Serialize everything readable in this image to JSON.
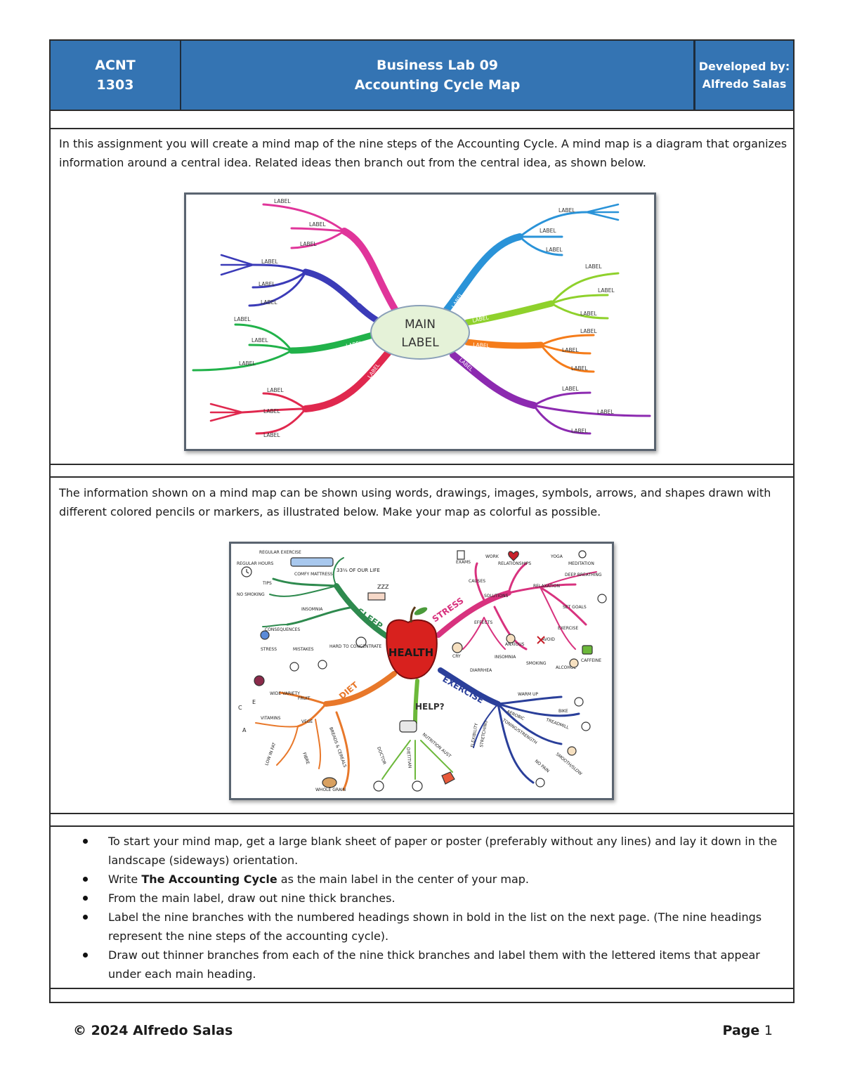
{
  "header": {
    "course_line1": "ACNT",
    "course_line2": "1303",
    "title_line1": "Business Lab 09",
    "title_line2": "Accounting Cycle Map",
    "dev_line1": "Developed by:",
    "dev_line2": "Alfredo Salas"
  },
  "section1": {
    "text": "In this assignment you will create a mind map of the nine steps of the Accounting Cycle. A mind map is a diagram that organizes information around a central idea. Related ideas then branch out from the central idea, as shown below."
  },
  "figure1": {
    "main_line1": "MAIN",
    "main_line2": "LABEL",
    "label": "LABEL",
    "colors": [
      "#e0359a",
      "#3b3bb8",
      "#21b24a",
      "#e0284e",
      "#2a93d8",
      "#8fd12c",
      "#f57c1a",
      "#8c2ab0"
    ]
  },
  "section2": {
    "text": "The information shown on a mind map can be shown using words, drawings, images, symbols, arrows, and shapes drawn with different colored pencils or markers, as illustrated below. Make your map as colorful as possible."
  },
  "figure2": {
    "center": "HEALTH",
    "branches": {
      "sleep": "SLEEP",
      "stress": "STRESS",
      "diet": "DIET",
      "exercise": "EXERCISE",
      "help": "HELP?"
    },
    "sleep_items": {
      "regular_exercise": "REGULAR EXERCISE",
      "regular_hours": "REGULAR HOURS",
      "comfy_mattress": "COMFY MATTRESS",
      "stat": "33⅓ OF OUR LIFE",
      "zzz": "ZZZ",
      "tips": "TIPS",
      "no_smoking": "NO SMOKING",
      "insomnia": "INSOMNIA",
      "consequences": "CONSEQUENCES",
      "stress": "STRESS",
      "mistakes": "MISTAKES",
      "hard": "HARD TO CONCENTRATE"
    },
    "stress_items": {
      "exams": "EXAMS",
      "work": "WORK",
      "relationships": "RELATIONSHIPS",
      "yoga": "YOGA",
      "meditation": "MEDITATION",
      "deep": "DEEP BREATHING",
      "causes": "CAUSES",
      "solutions": "SOLUTIONS",
      "relaxation": "RELAXATION",
      "set_goals": "SET GOALS",
      "effects": "EFFECTS",
      "exercise": "EXERCISE",
      "avoid": "AVOID",
      "caffeine": "CAFFEINE",
      "cry": "CRY",
      "anxious": "ANXIOUS",
      "insomnia": "INSOMNIA",
      "diarrhea": "DIARRHEA",
      "smoking": "SMOKING",
      "alcohol": "ALCOHOL"
    },
    "diet_items": {
      "fruit": "FRUIT",
      "wide_variety": "WIDE VARIETY",
      "vege": "VEGE",
      "vitamins": "VITAMINS",
      "low_in_fat": "LOW IN FAT",
      "fibre": "FIBRE",
      "breads": "BREADS & CEREALS",
      "whole_grain": "WHOLE GRAIN",
      "c": "C",
      "e": "E",
      "a": "A"
    },
    "help_items": {
      "doctor": "DOCTOR",
      "dietitian": "DIETITIAN",
      "nutrition": "NUTRITION AUST"
    },
    "exercise_items": {
      "warm_up": "WARM UP",
      "aerobic": "AEROBIC",
      "bike": "BIKE",
      "treadmill": "TREADMILL",
      "flexibility": "FLEXIBILITY",
      "stretching": "STRETCHING",
      "toning": "TONING/STRENGTH",
      "smooth": "SMOOTH/SLOW",
      "no_pain": "NO PAIN"
    },
    "colors": {
      "sleep": "#2e8a4e",
      "stress": "#d8327e",
      "diet": "#e8782a",
      "exercise": "#2a3f9a",
      "help": "#6cb83a",
      "apple": "#d8211e"
    }
  },
  "section3": {
    "bullet1": "To start your mind map, get a large blank sheet of paper or poster (preferably without any lines) and lay it down in the landscape (sideways) orientation.",
    "bullet2_pre": "Write ",
    "bullet2_bold": "The Accounting Cycle",
    "bullet2_post": " as the main label in the center of your map.",
    "bullet3": "From the main label, draw out nine thick branches.",
    "bullet4": "Label the nine branches with the numbered headings shown in bold in the list on the next page. (The nine headings represent the nine steps of the accounting cycle).",
    "bullet5": "Draw out thinner branches from each of the nine thick branches and label them with the lettered items that appear under each main heading."
  },
  "footer": {
    "copyright": "© 2024 Alfredo Salas",
    "page_word": "Page",
    "page_number": "1"
  }
}
